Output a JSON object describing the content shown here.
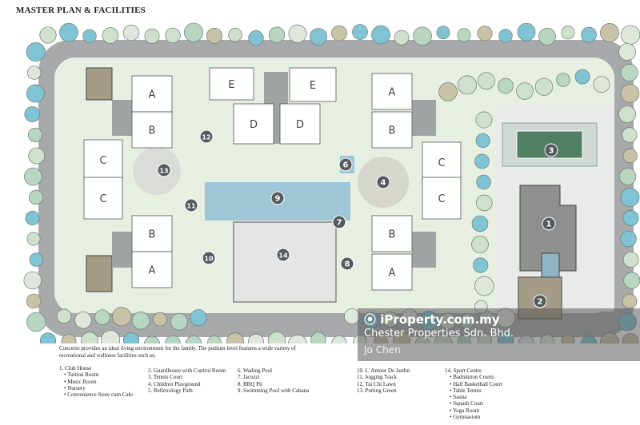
{
  "title": "MASTER PLAN & FACILITIES",
  "intro": "Concerto provides an ideal living environment for the family. The podium level features a wide variety of recreational and wellness facilities such as;",
  "blocks": [
    "A",
    "B",
    "C",
    "C",
    "B",
    "A",
    "E",
    "E",
    "D",
    "D",
    "A",
    "B",
    "C",
    "C",
    "B",
    "A"
  ],
  "markers": [
    "1",
    "2",
    "3",
    "4",
    "6",
    "7",
    "8",
    "9",
    "10",
    "11",
    "12",
    "13",
    "14"
  ],
  "legend": {
    "col1": {
      "head": "1. Club House",
      "subs": [
        "Tuition Room",
        "Music Room",
        "Nursery",
        "Convenience Store cum Cafe"
      ]
    },
    "col2": [
      "2. Guardhouse with Control Room",
      "3. Tennis Court",
      "4. Children Playground",
      "5. Reflexology Path"
    ],
    "col3": [
      "6. Wading Pool",
      "7. Jacuzzi",
      "8. BBQ Pit",
      "9. Swimming Pool with Cabana"
    ],
    "col4": [
      "10. L' Amour De Jardin",
      "11. Jogging Track",
      "12. Tai Chi Lawn",
      "13. Putting Green"
    ],
    "col5": {
      "head": "14. Sport Centre",
      "subs": [
        "Badminton Courts",
        "Half Basketball Court",
        "Table Tennis",
        "Sauna",
        "Squash Court",
        "Yoga Room",
        "Gymnasium"
      ]
    }
  },
  "watermark": {
    "site": "iProperty.com.my",
    "agency": "Chester Properties Sdn. Bhd.",
    "agent": "Jo Chen"
  },
  "colors": {
    "road": "#a7a9ab",
    "lawn": "#e6efe2",
    "building": "#ffffff",
    "core": "#9ea4a4",
    "pool": "#9fc6d6",
    "marker": "#555a5e",
    "clubhouse": "#8f8f8f",
    "guardhouse": "#a59c88"
  }
}
